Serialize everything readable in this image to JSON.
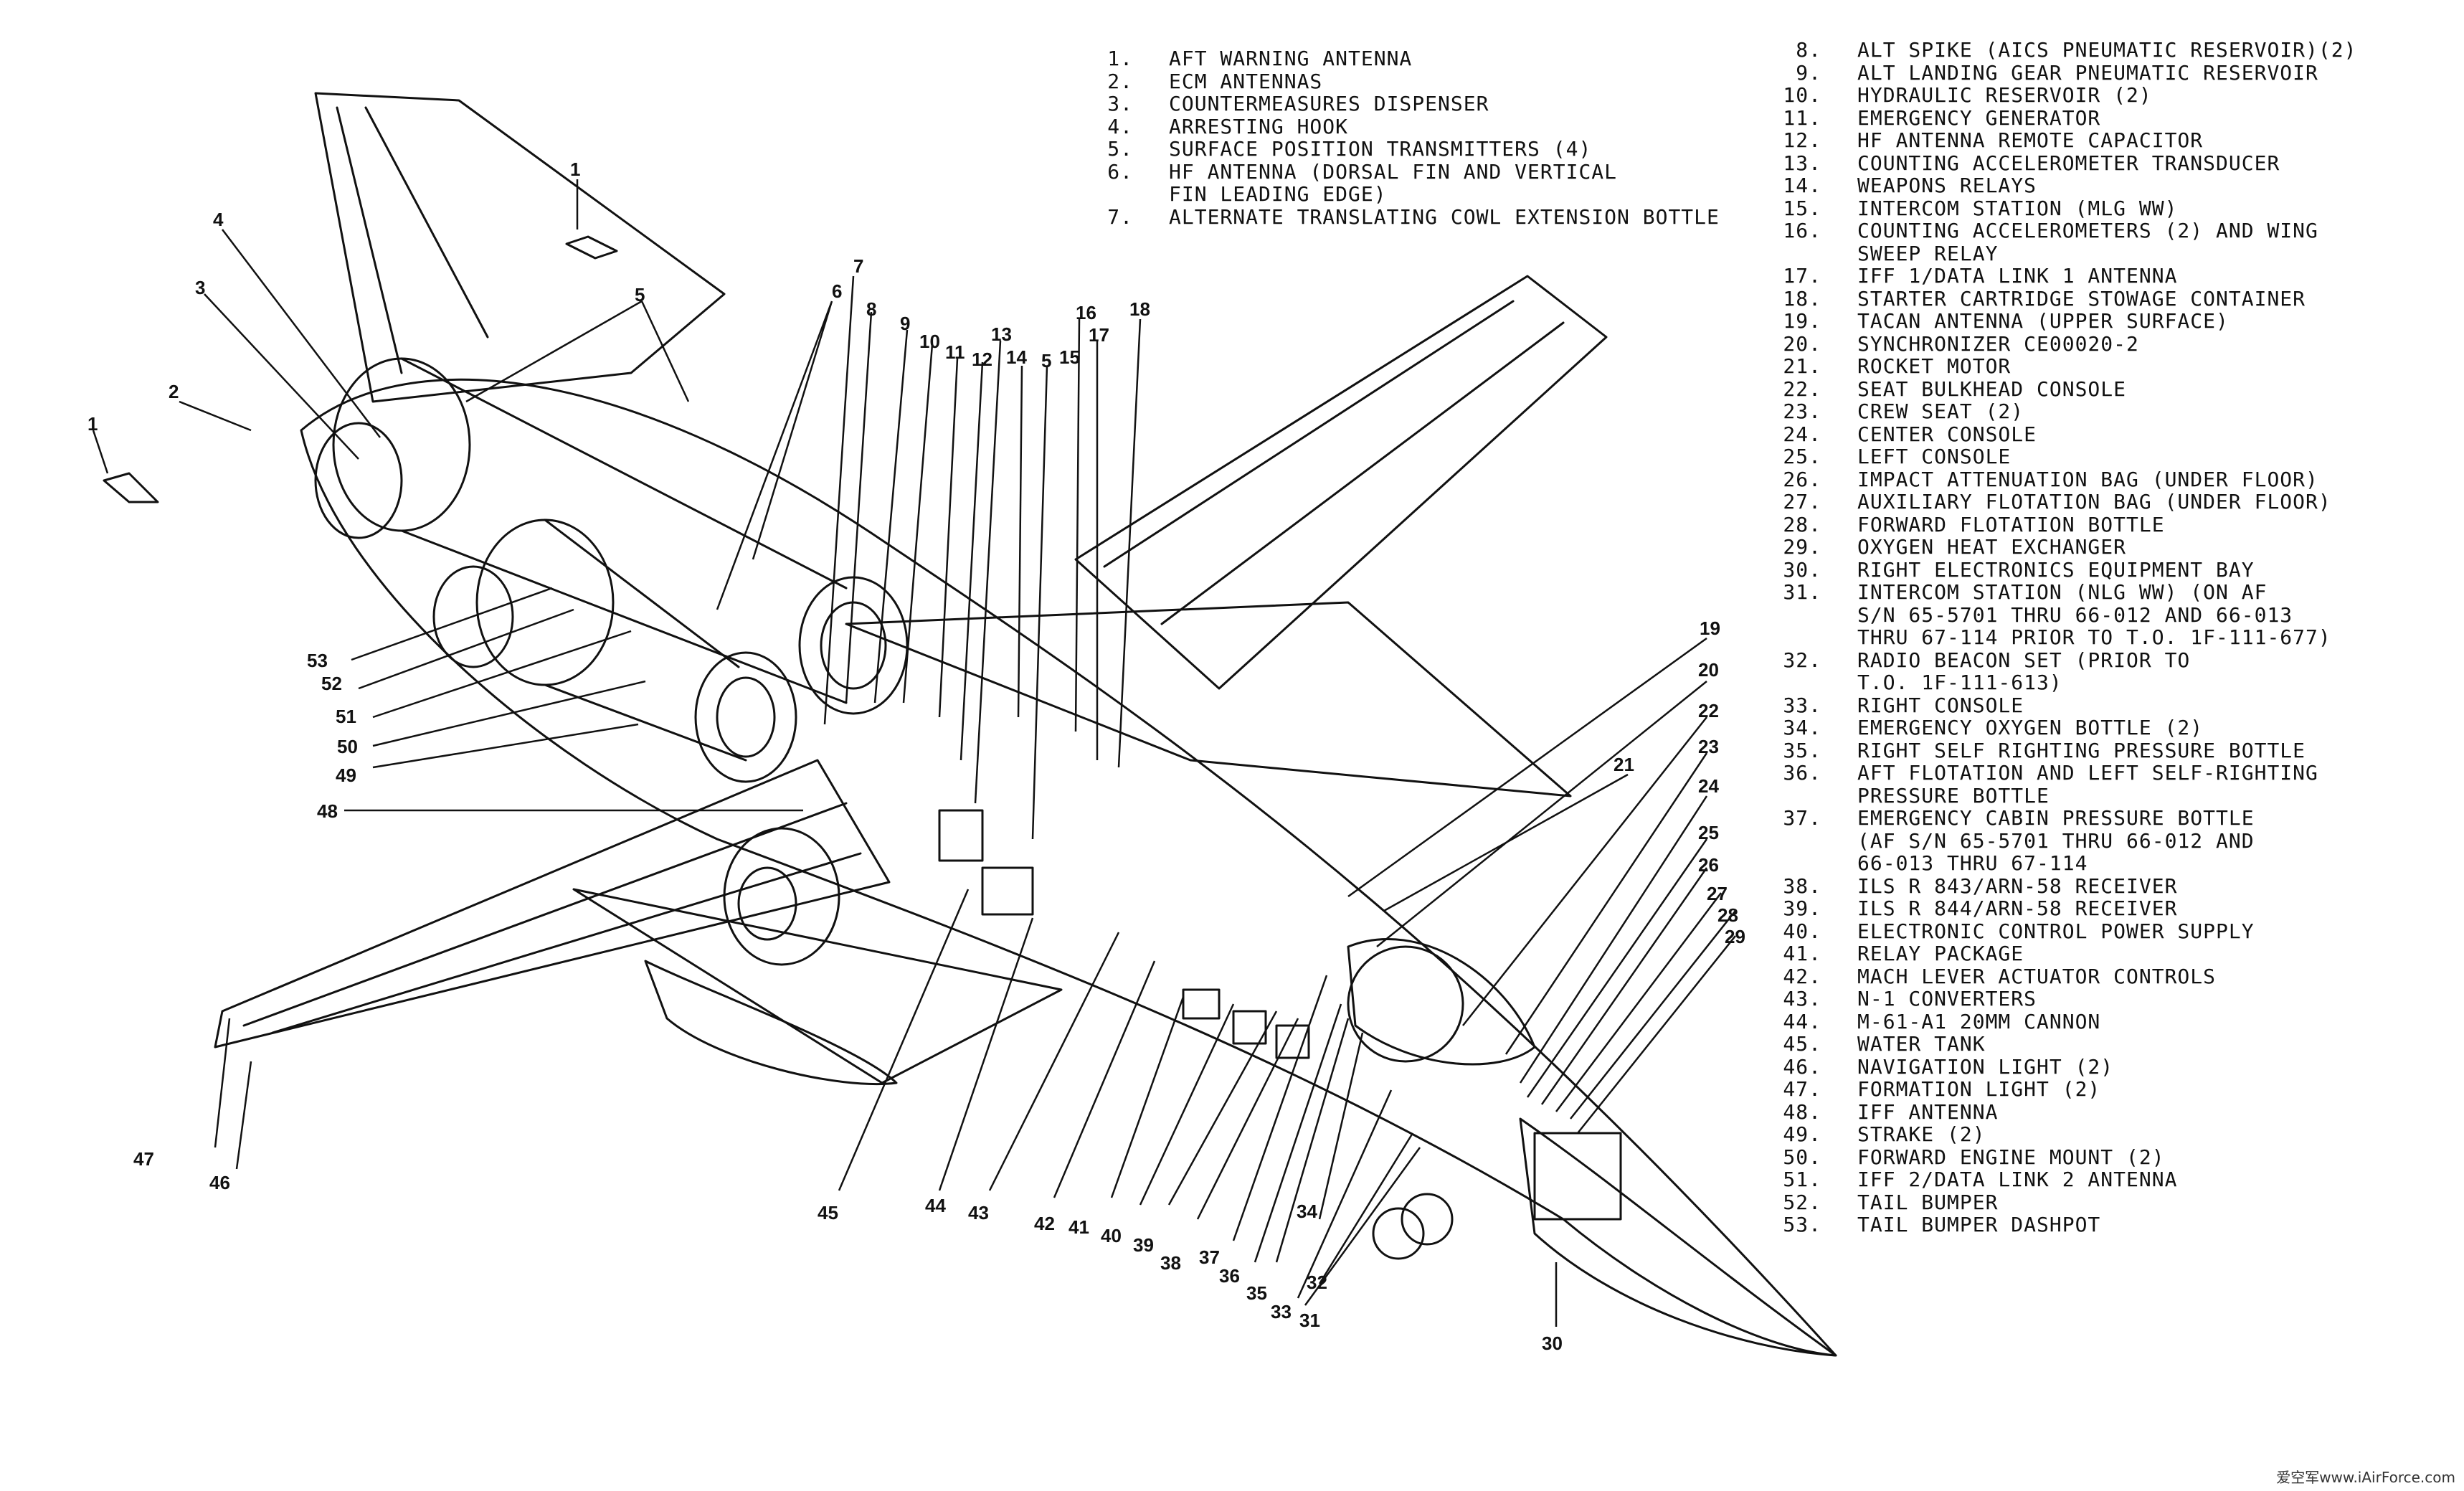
{
  "legend_left": [
    {
      "num": "1.",
      "text": "AFT WARNING ANTENNA"
    },
    {
      "num": "2.",
      "text": "ECM ANTENNAS"
    },
    {
      "num": "3.",
      "text": "COUNTERMEASURES DISPENSER"
    },
    {
      "num": "4.",
      "text": "ARRESTING HOOK"
    },
    {
      "num": "5.",
      "text": "SURFACE POSITION TRANSMITTERS (4)"
    },
    {
      "num": "6.",
      "text": "HF ANTENNA (DORSAL FIN AND VERTICAL"
    },
    {
      "num": "",
      "text": "FIN LEADING EDGE)"
    },
    {
      "num": "7.",
      "text": "ALTERNATE TRANSLATING COWL EXTENSION BOTTLE"
    }
  ],
  "legend_right": [
    {
      "num": "8.",
      "text": "ALT SPIKE (AICS PNEUMATIC RESERVOIR)(2)"
    },
    {
      "num": "9.",
      "text": "ALT LANDING GEAR PNEUMATIC RESERVOIR"
    },
    {
      "num": "10.",
      "text": "HYDRAULIC RESERVOIR (2)"
    },
    {
      "num": "11.",
      "text": "EMERGENCY GENERATOR"
    },
    {
      "num": "12.",
      "text": "HF ANTENNA REMOTE CAPACITOR"
    },
    {
      "num": "13.",
      "text": "COUNTING ACCELEROMETER TRANSDUCER"
    },
    {
      "num": "14.",
      "text": "WEAPONS RELAYS"
    },
    {
      "num": "15.",
      "text": "INTERCOM STATION (MLG WW)"
    },
    {
      "num": "16.",
      "text": "COUNTING ACCELEROMETERS (2) AND WING"
    },
    {
      "num": "",
      "text": "SWEEP RELAY"
    },
    {
      "num": "17.",
      "text": "IFF 1/DATA LINK 1 ANTENNA"
    },
    {
      "num": "18.",
      "text": "STARTER CARTRIDGE STOWAGE CONTAINER"
    },
    {
      "num": "19.",
      "text": "TACAN ANTENNA (UPPER SURFACE)"
    },
    {
      "num": "20.",
      "text": "SYNCHRONIZER CE00020-2"
    },
    {
      "num": "21.",
      "text": "ROCKET MOTOR"
    },
    {
      "num": "22.",
      "text": "SEAT BULKHEAD CONSOLE"
    },
    {
      "num": "23.",
      "text": "CREW SEAT (2)"
    },
    {
      "num": "24.",
      "text": "CENTER CONSOLE"
    },
    {
      "num": "25.",
      "text": "LEFT CONSOLE"
    },
    {
      "num": "26.",
      "text": "IMPACT ATTENUATION BAG (UNDER FLOOR)"
    },
    {
      "num": "27.",
      "text": "AUXILIARY FLOTATION BAG (UNDER FLOOR)"
    },
    {
      "num": "28.",
      "text": "FORWARD FLOTATION BOTTLE"
    },
    {
      "num": "29.",
      "text": "OXYGEN HEAT EXCHANGER"
    },
    {
      "num": "30.",
      "text": "RIGHT ELECTRONICS EQUIPMENT BAY"
    },
    {
      "num": "31.",
      "text": "INTERCOM STATION (NLG WW) (ON AF"
    },
    {
      "num": "",
      "text": "S/N 65-5701 THRU 66-012 AND 66-013"
    },
    {
      "num": "",
      "text": "THRU 67-114 PRIOR TO T.O. 1F-111-677)"
    },
    {
      "num": "32.",
      "text": "RADIO BEACON SET (PRIOR TO"
    },
    {
      "num": "",
      "text": "T.O. 1F-111-613)"
    },
    {
      "num": "33.",
      "text": "RIGHT CONSOLE"
    },
    {
      "num": "34.",
      "text": "EMERGENCY OXYGEN BOTTLE (2)"
    },
    {
      "num": "35.",
      "text": "RIGHT SELF RIGHTING PRESSURE BOTTLE"
    },
    {
      "num": "36.",
      "text": "AFT FLOTATION AND LEFT SELF-RIGHTING"
    },
    {
      "num": "",
      "text": "PRESSURE BOTTLE"
    },
    {
      "num": "37.",
      "text": "EMERGENCY CABIN PRESSURE BOTTLE"
    },
    {
      "num": "",
      "text": "(AF S/N 65-5701 THRU 66-012 AND"
    },
    {
      "num": "",
      "text": "66-013 THRU 67-114"
    },
    {
      "num": "38.",
      "text": "ILS R 843/ARN-58 RECEIVER"
    },
    {
      "num": "39.",
      "text": "ILS R 844/ARN-58 RECEIVER"
    },
    {
      "num": "40.",
      "text": "ELECTRONIC CONTROL POWER SUPPLY"
    },
    {
      "num": "41.",
      "text": "RELAY PACKAGE"
    },
    {
      "num": "42.",
      "text": "MACH LEVER ACTUATOR CONTROLS"
    },
    {
      "num": "43.",
      "text": "N-1 CONVERTERS"
    },
    {
      "num": "44.",
      "text": "M-61-A1 20MM CANNON"
    },
    {
      "num": "45.",
      "text": "WATER TANK"
    },
    {
      "num": "46.",
      "text": "NAVIGATION LIGHT (2)"
    },
    {
      "num": "47.",
      "text": "FORMATION LIGHT (2)"
    },
    {
      "num": "48.",
      "text": "IFF ANTENNA"
    },
    {
      "num": "49.",
      "text": "STRAKE (2)"
    },
    {
      "num": "50.",
      "text": "FORWARD ENGINE MOUNT (2)"
    },
    {
      "num": "51.",
      "text": "IFF 2/DATA LINK 2 ANTENNA"
    },
    {
      "num": "52.",
      "text": "TAIL BUMPER"
    },
    {
      "num": "53.",
      "text": "TAIL BUMPER DASHPOT"
    }
  ],
  "callouts": {
    "c1a": "1",
    "c1b": "1",
    "c2": "2",
    "c3": "3",
    "c4": "4",
    "c5a": "5",
    "c5b": "5",
    "c6": "6",
    "c7": "7",
    "c8": "8",
    "c9": "9",
    "c10": "10",
    "c11": "11",
    "c12": "12",
    "c13": "13",
    "c14": "14",
    "c15": "15",
    "c16": "16",
    "c17": "17",
    "c18": "18",
    "c19": "19",
    "c20": "20",
    "c21": "21",
    "c22": "22",
    "c23": "23",
    "c24": "24",
    "c25": "25",
    "c26": "26",
    "c27": "27",
    "c28": "28",
    "c29": "29",
    "c30": "30",
    "c31": "31",
    "c32": "32",
    "c33": "33",
    "c34": "34",
    "c35": "35",
    "c36": "36",
    "c37": "37",
    "c38": "38",
    "c39": "39",
    "c40": "40",
    "c41": "41",
    "c42": "42",
    "c43": "43",
    "c44": "44",
    "c45": "45",
    "c46": "46",
    "c47": "47",
    "c48": "48",
    "c49": "49",
    "c50": "50",
    "c51": "51",
    "c52": "52",
    "c53": "53"
  },
  "watermark": "爱空军www.iAirForce.com"
}
